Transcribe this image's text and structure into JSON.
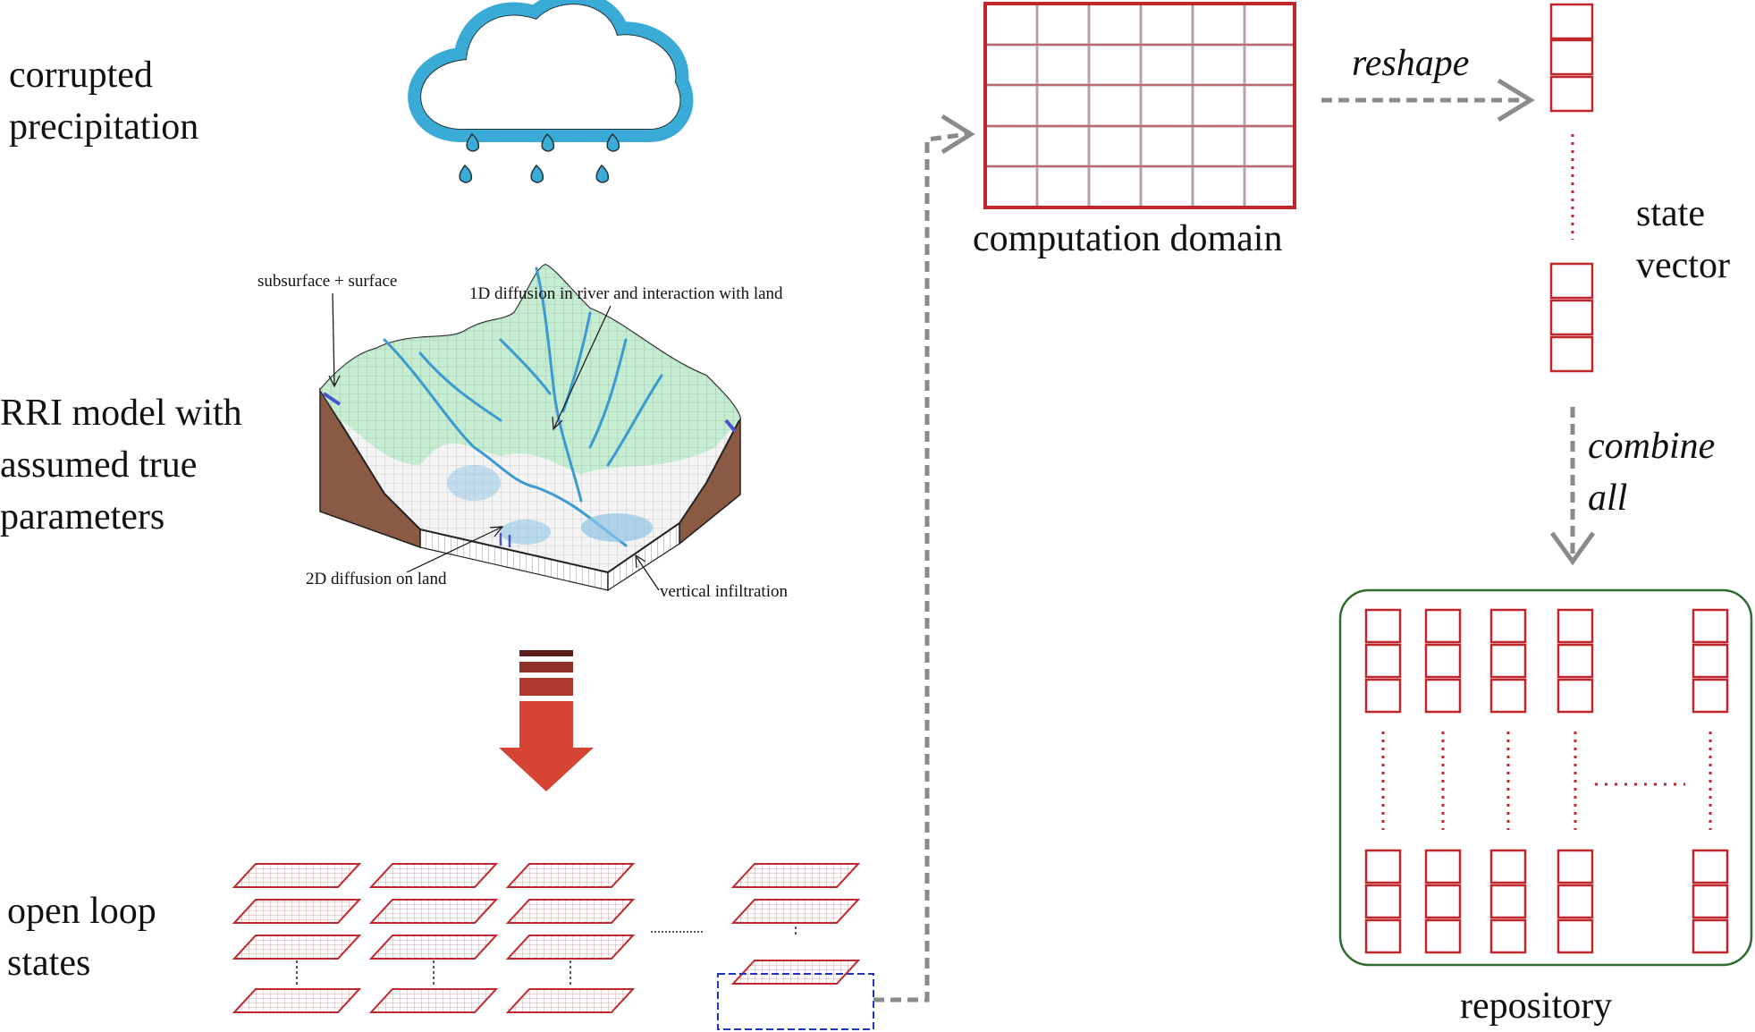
{
  "labels": {
    "precip": [
      "corrupted",
      "precipitation"
    ],
    "model": [
      "RRI model with",
      "assumed true",
      "parameters"
    ],
    "openloop": [
      "open loop",
      "states"
    ],
    "domain": "computation domain",
    "reshape": "reshape",
    "state_vector": [
      "state",
      "vector"
    ],
    "combine": [
      "combine",
      "all"
    ],
    "repository": "repository"
  },
  "terrain_labels": {
    "top_left": "subsurface + surface",
    "river": "1D diffusion in river and interaction with land",
    "land": "2D diffusion on land",
    "infiltration": "vertical infiltration"
  },
  "colors": {
    "cloud": "#3aabd6",
    "grid_red": "#c0272d",
    "grid_gray": "#b8a0a4",
    "arrow_red": "#d64534",
    "arrow_stripe": "#8e2f28",
    "arrow_gray": "#8a8a8a",
    "repo_border": "#2e6b2e",
    "highlight_blue": "#2233bb",
    "soil": "#8a5a44",
    "vegetation": "#bfeccd",
    "water": "#3b9ad0"
  },
  "icons": {
    "cloud": "rain-cloud-icon",
    "terrain": "terrain-block-icon",
    "arrow": "down-arrow-icon"
  }
}
